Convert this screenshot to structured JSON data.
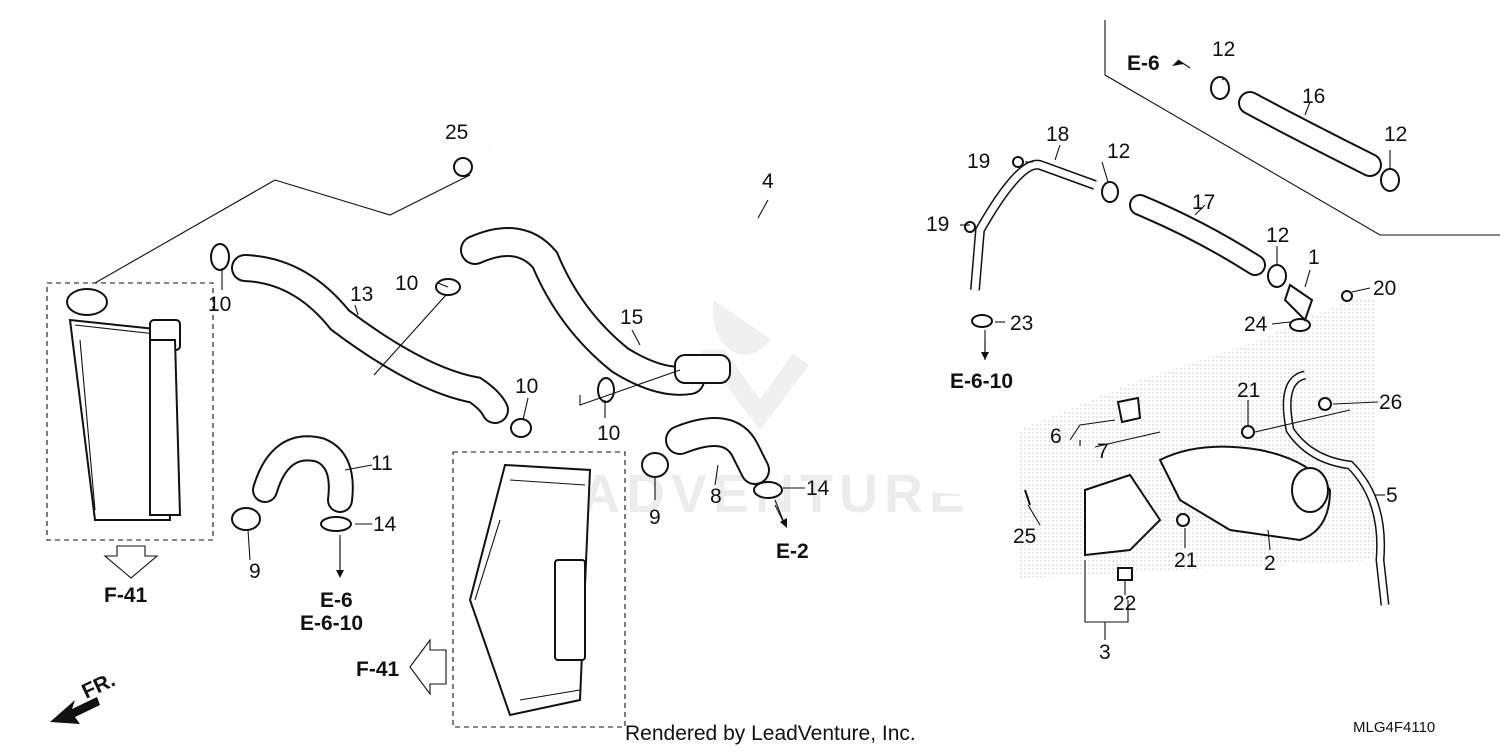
{
  "callouts": {
    "c1": "1",
    "c2": "2",
    "c3": "3",
    "c4": "4",
    "c5": "5",
    "c6": "6",
    "c7": "7",
    "c8": "8",
    "c9a": "9",
    "c9b": "9",
    "c10a": "10",
    "c10b": "10",
    "c10c": "10",
    "c10d": "10",
    "c11": "11",
    "c12a": "12",
    "c12b": "12",
    "c12c": "12",
    "c12d": "12",
    "c13": "13",
    "c14a": "14",
    "c14b": "14",
    "c15": "15",
    "c16": "16",
    "c17": "17",
    "c18": "18",
    "c19a": "19",
    "c19b": "19",
    "c20": "20",
    "c21a": "21",
    "c21b": "21",
    "c22": "22",
    "c23": "23",
    "c24": "24",
    "c25a": "25",
    "c25b": "25",
    "c26": "26"
  },
  "refs": {
    "e6_top": "E-6",
    "e610_right": "E-6-10",
    "e6_bottom": "E-6",
    "e610_bottom": "E-6-10",
    "e2": "E-2",
    "f41_left": "F-41",
    "f41_bottom": "F-41",
    "front": "FR."
  },
  "watermark": "LEADVENTURE",
  "credit": "Rendered by LeadVenture, Inc.",
  "diagram_code": "MLG4F4110"
}
